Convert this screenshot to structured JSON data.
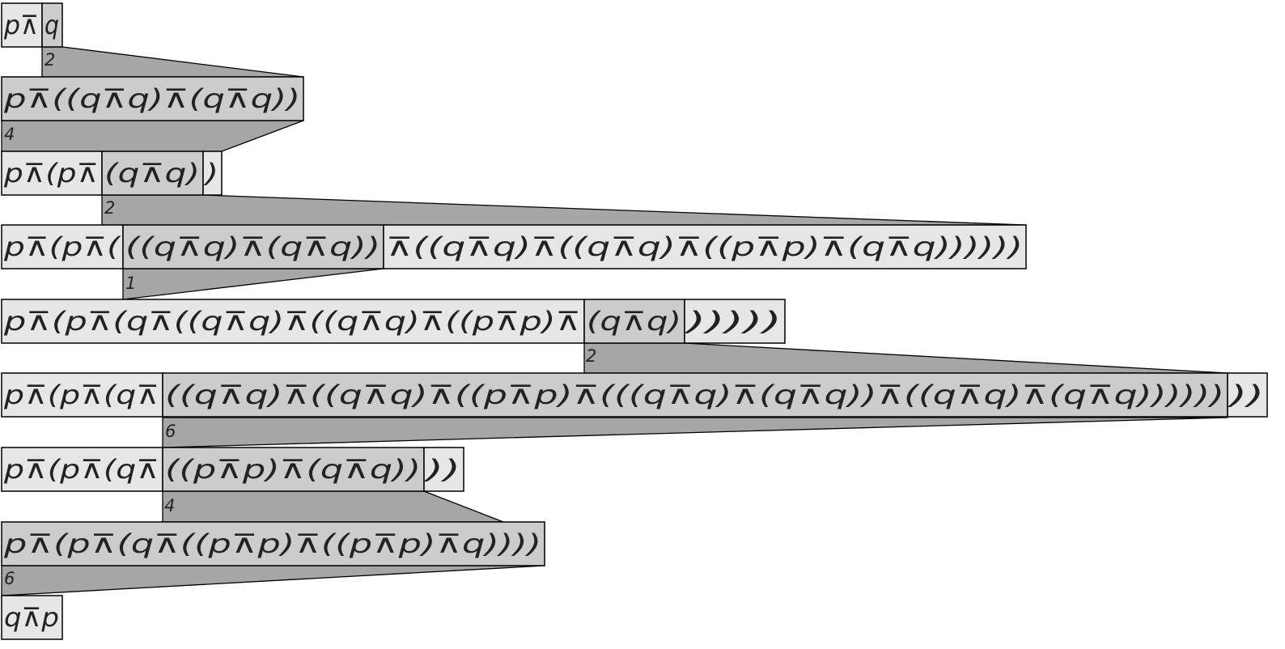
{
  "colors": {
    "light_segment": "#e6e6e6",
    "focus_segment": "#cccccc",
    "rewrite_band": "#a6a6a6",
    "text": "#222222",
    "border": "#000000"
  },
  "rows": [
    {
      "segments": [
        {
          "text": "p⊼",
          "focus": false
        },
        {
          "text": "q",
          "focus": true
        }
      ]
    },
    {
      "segments": [
        {
          "text": "p⊼((q⊼q)⊼(q⊼q))",
          "focus": true
        }
      ]
    },
    {
      "segments": [
        {
          "text": "p⊼(p⊼",
          "focus": false
        },
        {
          "text": "(q⊼q)",
          "focus": true
        },
        {
          "text": ")",
          "focus": false
        }
      ]
    },
    {
      "segments": [
        {
          "text": "p⊼(p⊼(",
          "focus": false
        },
        {
          "text": "((q⊼q)⊼(q⊼q))",
          "focus": true
        },
        {
          "text": "⊼((q⊼q)⊼((q⊼q)⊼((p⊼p)⊼(q⊼q))))))",
          "focus": false
        }
      ]
    },
    {
      "segments": [
        {
          "text": "p⊼(p⊼(q⊼((q⊼q)⊼((q⊼q)⊼((p⊼p)⊼",
          "focus": false
        },
        {
          "text": "(q⊼q)",
          "focus": true
        },
        {
          "text": ")))))",
          "focus": false
        }
      ]
    },
    {
      "segments": [
        {
          "text": "p⊼(p⊼(q⊼",
          "focus": false
        },
        {
          "text": "((q⊼q)⊼((q⊼q)⊼((p⊼p)⊼(((q⊼q)⊼(q⊼q))⊼((q⊼q)⊼(q⊼q))))))",
          "focus": true
        },
        {
          "text": "))",
          "focus": false
        }
      ]
    },
    {
      "segments": [
        {
          "text": "p⊼(p⊼(q⊼",
          "focus": false
        },
        {
          "text": "((p⊼p)⊼(q⊼q))",
          "focus": true
        },
        {
          "text": "))",
          "focus": false
        }
      ]
    },
    {
      "segments": [
        {
          "text": "p⊼(p⊼(q⊼((p⊼p)⊼((p⊼p)⊼q))))",
          "focus": true
        }
      ]
    },
    {
      "segments": [
        {
          "text": "q⊼p",
          "focus": false
        }
      ]
    }
  ],
  "steps": [
    {
      "label": "2"
    },
    {
      "label": "4"
    },
    {
      "label": "2"
    },
    {
      "label": "1"
    },
    {
      "label": "2"
    },
    {
      "label": "6"
    },
    {
      "label": "4"
    },
    {
      "label": "6"
    }
  ]
}
